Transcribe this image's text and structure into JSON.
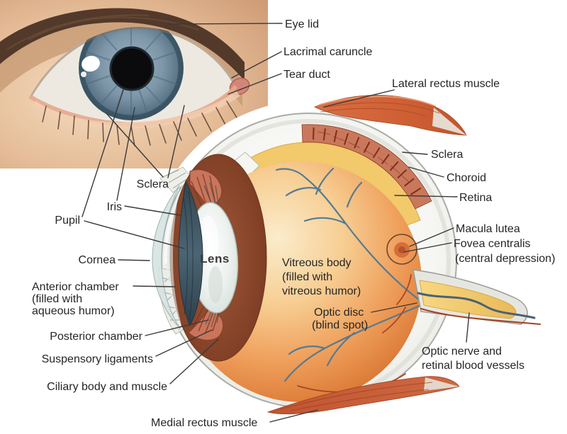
{
  "figure": {
    "type": "anatomy-diagram",
    "subject": "Human eye: external photo and cross-section"
  },
  "labels": {
    "eye_lid": "Eye lid",
    "lacrimal_caruncle": "Lacrimal caruncle",
    "tear_duct": "Tear duct",
    "lateral_rectus": "Lateral rectus muscle",
    "sclera_right": "Sclera",
    "choroid": "Choroid",
    "retina": "Retina",
    "macula_lutea": "Macula lutea",
    "fovea_l1": "Fovea centralis",
    "fovea_l2": "(central depression)",
    "sclera_photo": "Sclera",
    "iris": "Iris",
    "pupil": "Pupil",
    "cornea": "Cornea",
    "anterior_l1": "Anterior chamber",
    "anterior_l2": "(filled with",
    "anterior_l3": "aqueous humor)",
    "posterior_chamber": "Posterior chamber",
    "suspensory_ligaments": "Suspensory ligaments",
    "ciliary_body": "Ciliary body and muscle",
    "medial_rectus": "Medial rectus muscle",
    "lens": "Lens",
    "vitreous_l1": "Vitreous body",
    "vitreous_l2": "(filled with",
    "vitreous_l3": "vitreous humor)",
    "optic_disc_l1": "Optic disc",
    "optic_disc_l2": "(blind spot)",
    "optic_nerve_l1": "Optic nerve and",
    "optic_nerve_l2": "retinal blood vessels"
  },
  "colors": {
    "background": "#FFFFFF",
    "text": "#262626",
    "leader_line": "#3A3A3A",
    "sclera_shell": "#F4F4F0",
    "choroid_band": "#C9785C",
    "retina_band": "#F2C96B",
    "vitreous_orange": "#EFA05C",
    "muscle_red": "#C75A31",
    "optic_nerve_yellow": "#EFC468",
    "lens_white": "#EEF2EF",
    "iris_slate": "#46606E",
    "photo_iris_blue": "#7D96A8",
    "pupil_black": "#0B0B0D"
  }
}
